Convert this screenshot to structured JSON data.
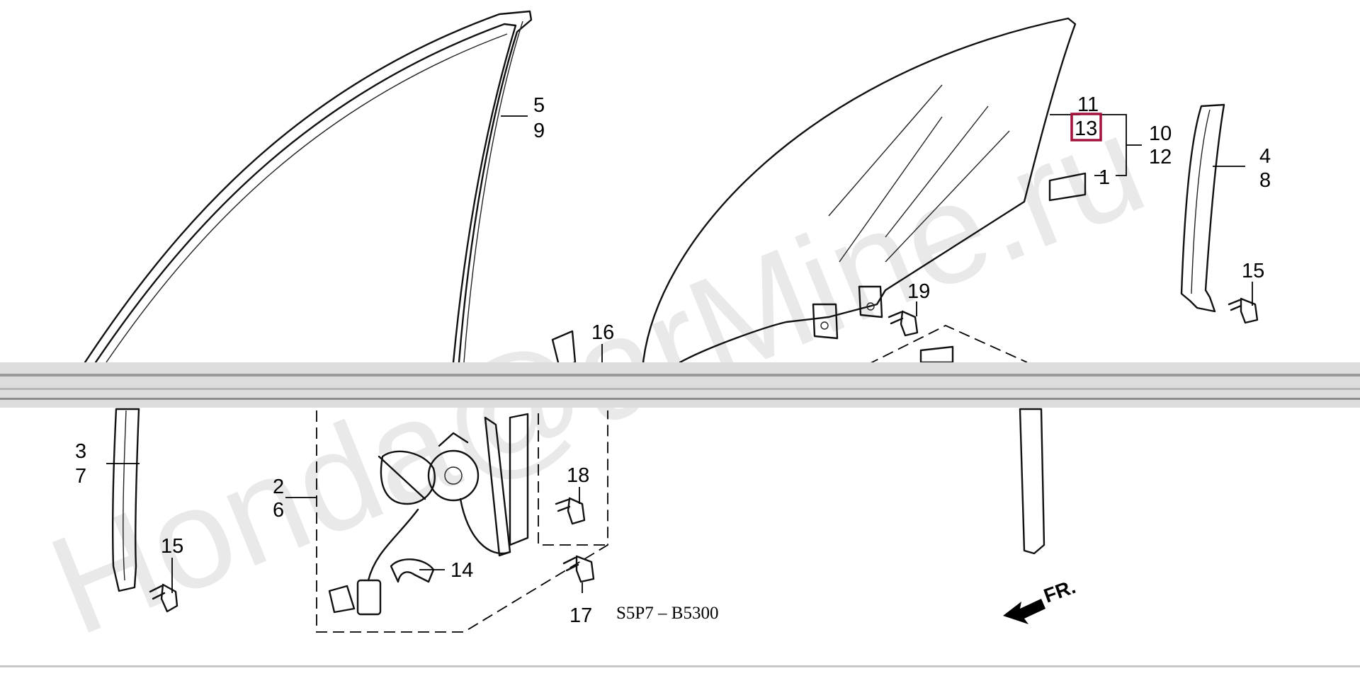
{
  "watermark": "Honda@arMine.ru",
  "diagram_code": "S5P7 – B5300",
  "front_arrow_label": "FR.",
  "callouts": {
    "c1": "1",
    "c2": "2",
    "c3": "3",
    "c4": "4",
    "c5": "5",
    "c6": "6",
    "c7": "7",
    "c8": "8",
    "c9": "9",
    "c10": "10",
    "c11": "11",
    "c12": "12",
    "c13": "13",
    "c14": "14",
    "c15a": "15",
    "c15b": "15",
    "c16": "16",
    "c17": "17",
    "c18": "18",
    "c19": "19"
  },
  "highlight": {
    "part": "13",
    "color": "#a3123a"
  }
}
